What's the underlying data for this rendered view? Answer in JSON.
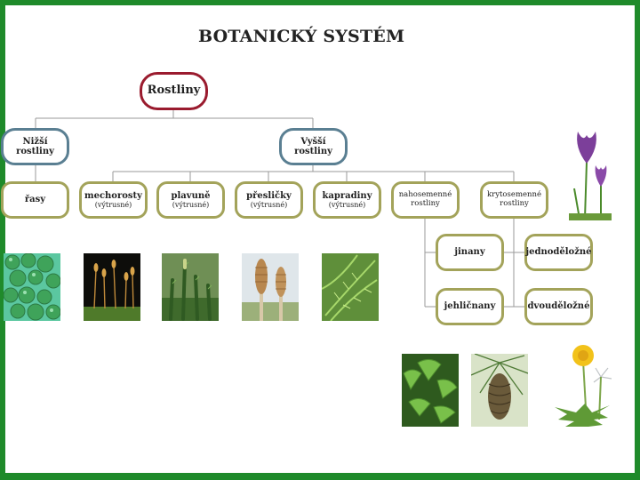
{
  "title": "BOTANICKÝ SYSTÉM",
  "root": {
    "label": "Rostliny"
  },
  "lower": {
    "label": "Nižší rostliny"
  },
  "higher": {
    "label": "Vyšší rostliny"
  },
  "level3": [
    {
      "id": "rasy",
      "label": "řasy",
      "note": ""
    },
    {
      "id": "mechorosty",
      "label": "mechorosty",
      "note": "(výtrusné)"
    },
    {
      "id": "plavune",
      "label": "plavuně",
      "note": "(výtrusné)"
    },
    {
      "id": "preslicky",
      "label": "přesličky",
      "note": "(výtrusné)"
    },
    {
      "id": "kapradiny",
      "label": "kapradiny",
      "note": "(výtrusné)"
    },
    {
      "id": "nahosemenne",
      "label": "nahosemenné rostliny",
      "note": ""
    },
    {
      "id": "krytosemenne",
      "label": "krytosemenné rostliny",
      "note": ""
    }
  ],
  "gymnosperms": [
    {
      "id": "jinany",
      "label": "jinany"
    },
    {
      "id": "jehlicnany",
      "label": "jehličnany"
    }
  ],
  "angiosperms": [
    {
      "id": "jednodelozne",
      "label": "jednoděložné"
    },
    {
      "id": "dvoudelozne",
      "label": "dvouděložné"
    }
  ],
  "colors": {
    "frame": "#1f8a2a",
    "root_border": "#9a1b2e",
    "group_border": "#5a7f92",
    "node_border": "#a3a35a"
  },
  "images": [
    "algae-photo",
    "moss-photo",
    "clubmoss-photo",
    "horsetail-photo",
    "fern-photo",
    "crocus-photo",
    "ginkgo-photo",
    "pinecone-photo",
    "dandelion-photo"
  ]
}
